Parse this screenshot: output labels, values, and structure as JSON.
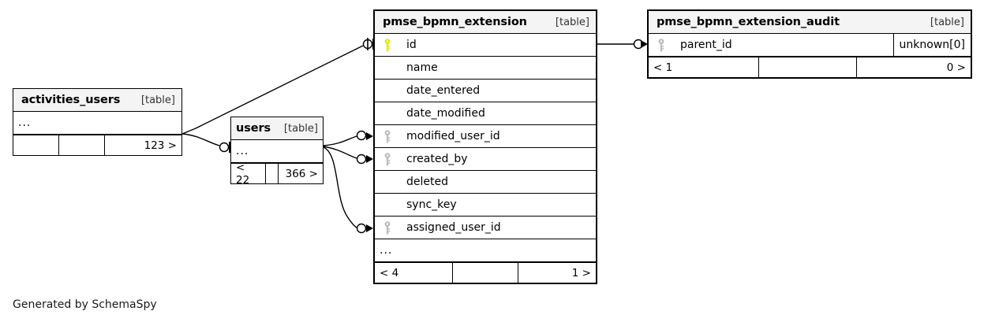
{
  "footer_credit": "Generated by SchemaSpy",
  "table_tag": "[table]",
  "ellipsis": "...",
  "colors": {
    "primary_key": "#e8e800",
    "foreign_key": "#bdbdbd",
    "header_bg": "#f4f4f4",
    "border": "#000000",
    "background": "#ffffff"
  },
  "tables": {
    "activities_users": {
      "name": "activities_users",
      "tag": "[table]",
      "rows": [
        "..."
      ],
      "footer": [
        "",
        "",
        "123 >"
      ]
    },
    "users": {
      "name": "users",
      "tag": "[table]",
      "rows": [
        "..."
      ],
      "footer": [
        "< 22",
        "",
        "366 >"
      ]
    },
    "pmse_bpmn_extension": {
      "name": "pmse_bpmn_extension",
      "tag": "[table]",
      "columns": [
        {
          "name": "id",
          "key": "primary"
        },
        {
          "name": "name",
          "key": "none"
        },
        {
          "name": "date_entered",
          "key": "none"
        },
        {
          "name": "date_modified",
          "key": "none"
        },
        {
          "name": "modified_user_id",
          "key": "foreign"
        },
        {
          "name": "created_by",
          "key": "foreign"
        },
        {
          "name": "deleted",
          "key": "none"
        },
        {
          "name": "sync_key",
          "key": "none"
        },
        {
          "name": "assigned_user_id",
          "key": "foreign"
        }
      ],
      "ellipsis_row": "...",
      "footer": [
        "< 4",
        "",
        "1 >"
      ]
    },
    "pmse_bpmn_extension_audit": {
      "name": "pmse_bpmn_extension_audit",
      "tag": "[table]",
      "columns": [
        {
          "name": "parent_id",
          "key": "foreign",
          "type": "unknown[0]"
        }
      ],
      "footer": [
        "< 1",
        "",
        "0 >"
      ]
    }
  },
  "relationships": [
    {
      "from": "activities_users",
      "to": "pmse_bpmn_extension.id"
    },
    {
      "from": "activities_users",
      "to": "users"
    },
    {
      "from": "users",
      "to": "pmse_bpmn_extension.modified_user_id"
    },
    {
      "from": "users",
      "to": "pmse_bpmn_extension.created_by"
    },
    {
      "from": "users",
      "to": "pmse_bpmn_extension.assigned_user_id"
    },
    {
      "from": "pmse_bpmn_extension",
      "to": "pmse_bpmn_extension_audit.parent_id"
    }
  ]
}
